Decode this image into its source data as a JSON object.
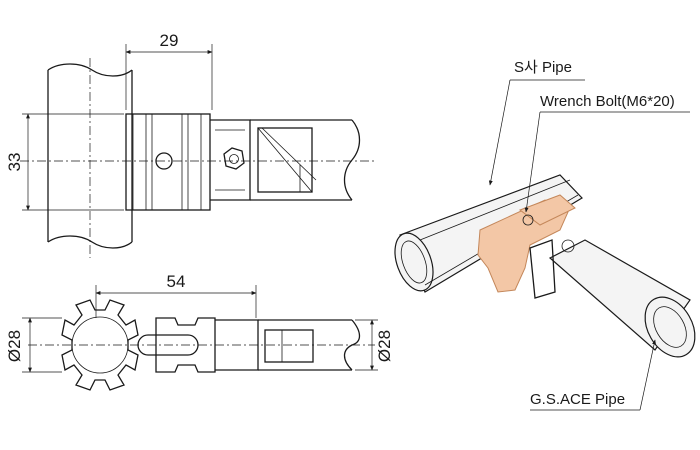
{
  "dimensions": {
    "top_width": "29",
    "top_height": "33",
    "bottom_width": "54",
    "bottom_left_diameter": "Ø28",
    "bottom_right_diameter": "Ø28"
  },
  "callouts": {
    "s_pipe": "S사 Pipe",
    "wrench_bolt": "Wrench Bolt(M6*20)",
    "gs_ace_pipe": "G.S.ACE Pipe"
  },
  "colors": {
    "line": "#1a1a1a",
    "clamp_highlight": "#f3c7a6"
  }
}
